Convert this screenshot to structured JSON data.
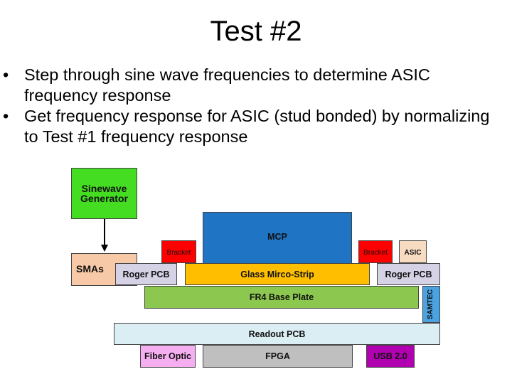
{
  "slide": {
    "title": "Test #2",
    "bullet_glyph": "•",
    "bullets": [
      "Step through sine wave frequencies to determine ASIC frequency response",
      "Get frequency response for ASIC (stud bonded) by normalizing to Test #1 frequency response"
    ]
  },
  "diagram": {
    "sinewave": "Sinewave Generator",
    "smas": "SMAs",
    "roger_pcb_left": "Roger PCB",
    "roger_pcb_right": "Roger PCB",
    "glass": "Glass Mirco-Strip",
    "mcp": "MCP",
    "bracket_left": "Bracket",
    "bracket_right": "Bracket",
    "asic": "ASIC",
    "fr4": "FR4 Base Plate",
    "samtec": "SAMTEC",
    "readout": "Readout PCB",
    "fiber": "Fiber Optic",
    "fpga": "FPGA",
    "usb": "USB 2.0"
  },
  "colors": {
    "sinewave": "#44dd22",
    "smas": "#f7c9a6",
    "roger_pcb": "#d6d2e6",
    "glass": "#ffbf00",
    "mcp": "#1f74c4",
    "bracket": "#ff0000",
    "asic": "#f8dcc2",
    "fr4": "#8cc850",
    "samtec": "#4aa2e0",
    "readout": "#dbeef3",
    "fiber": "#f5aef0",
    "fpga": "#bfbfbf",
    "usb": "#b000b0"
  }
}
